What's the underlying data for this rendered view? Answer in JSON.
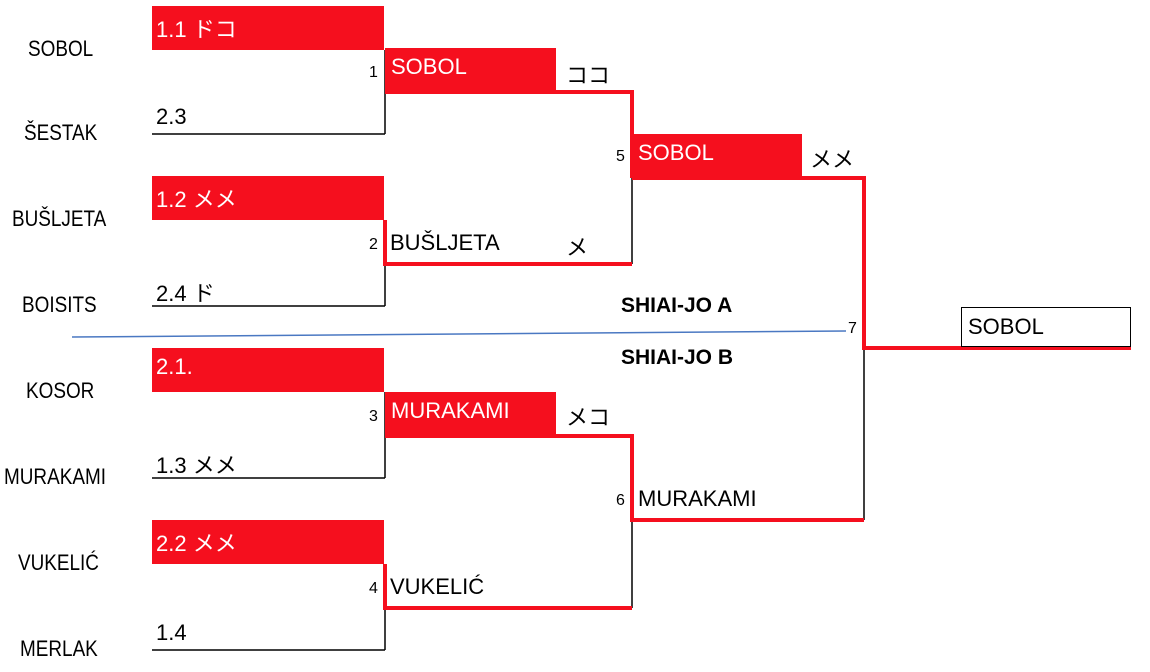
{
  "players": {
    "p1": "SOBOL",
    "p2": "ŠESTAK",
    "p3": "BUŠLJETA",
    "p4": "BOISITS",
    "p5": "KOSOR",
    "p6": "MURAKAMI",
    "p7": "VUKELIĆ",
    "p8": "MERLAK"
  },
  "round1": [
    {
      "seed_top": "1.1 ドコ",
      "seed_bottom": "2.3"
    },
    {
      "seed_top": "1.2 メメ",
      "seed_bottom": "2.4 ド"
    },
    {
      "seed_top": "2.1.",
      "seed_bottom": "1.3 メメ"
    },
    {
      "seed_top": "2.2 メメ",
      "seed_bottom": "1.4"
    }
  ],
  "round2": [
    {
      "number": "1",
      "winner": "SOBOL",
      "score": "ココ"
    },
    {
      "number": "2",
      "winner": "BUŠLJETA",
      "score": "メ"
    },
    {
      "number": "3",
      "winner": "MURAKAMI",
      "score": "メコ"
    },
    {
      "number": "4",
      "winner": "VUKELIĆ",
      "score": ""
    }
  ],
  "semis": [
    {
      "number": "5",
      "winner": "SOBOL",
      "score": "メメ"
    },
    {
      "number": "6",
      "winner": "MURAKAMI",
      "score": ""
    }
  ],
  "final": {
    "number": "7",
    "winner": "SOBOL"
  },
  "courts": {
    "a": "SHIAI-JO A",
    "b": "SHIAI-JO B"
  },
  "colors": {
    "accent": "#f50f1e",
    "divider": "#4a78c2",
    "line": "#000000"
  }
}
